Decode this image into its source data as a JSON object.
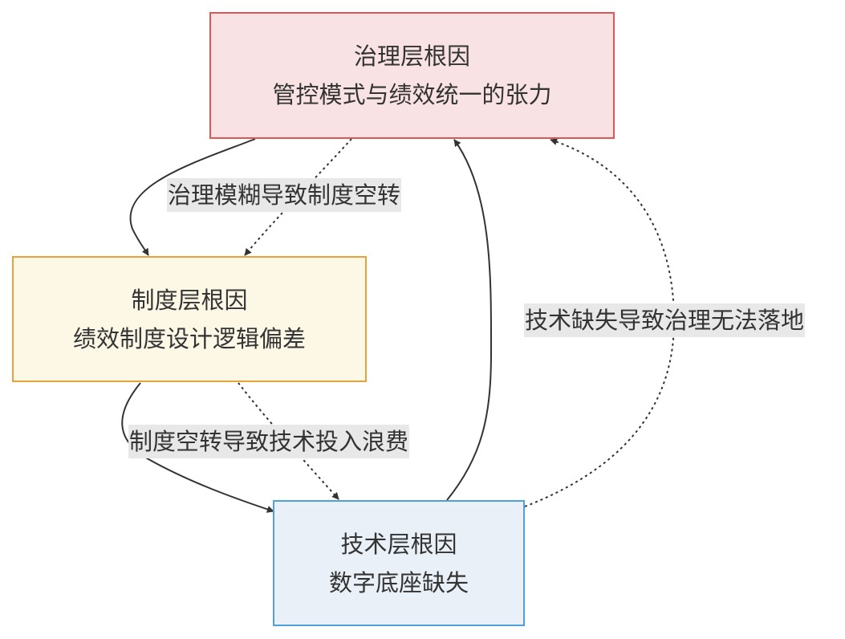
{
  "diagram": {
    "nodes": [
      {
        "id": "governance",
        "title": "治理层根因",
        "subtitle": "管控模式与绩效统一的张力",
        "fill": "#f8e2e3",
        "stroke": "#e05656"
      },
      {
        "id": "institution",
        "title": "制度层根因",
        "subtitle": "绩效制度设计逻辑偏差",
        "fill": "#fdf7e6",
        "stroke": "#e6a23c"
      },
      {
        "id": "technology",
        "title": "技术层根因",
        "subtitle": "数字底座缺失",
        "fill": "#e9f0f7",
        "stroke": "#4f9fd8"
      }
    ],
    "edges": [
      {
        "from": "governance",
        "to": "institution",
        "style": "solid",
        "label": ""
      },
      {
        "from": "governance",
        "to": "institution",
        "style": "dashed",
        "label": "治理模糊导致制度空转"
      },
      {
        "from": "institution",
        "to": "technology",
        "style": "solid",
        "label": ""
      },
      {
        "from": "institution",
        "to": "technology",
        "style": "dashed",
        "label": "制度空转导致技术投入浪费"
      },
      {
        "from": "technology",
        "to": "governance",
        "style": "solid",
        "label": ""
      },
      {
        "from": "technology",
        "to": "governance",
        "style": "dashed",
        "label": "技术缺失导致治理无法落地"
      }
    ],
    "colors": {
      "edge": "#333333",
      "label_background": "#e8e8e8"
    }
  }
}
